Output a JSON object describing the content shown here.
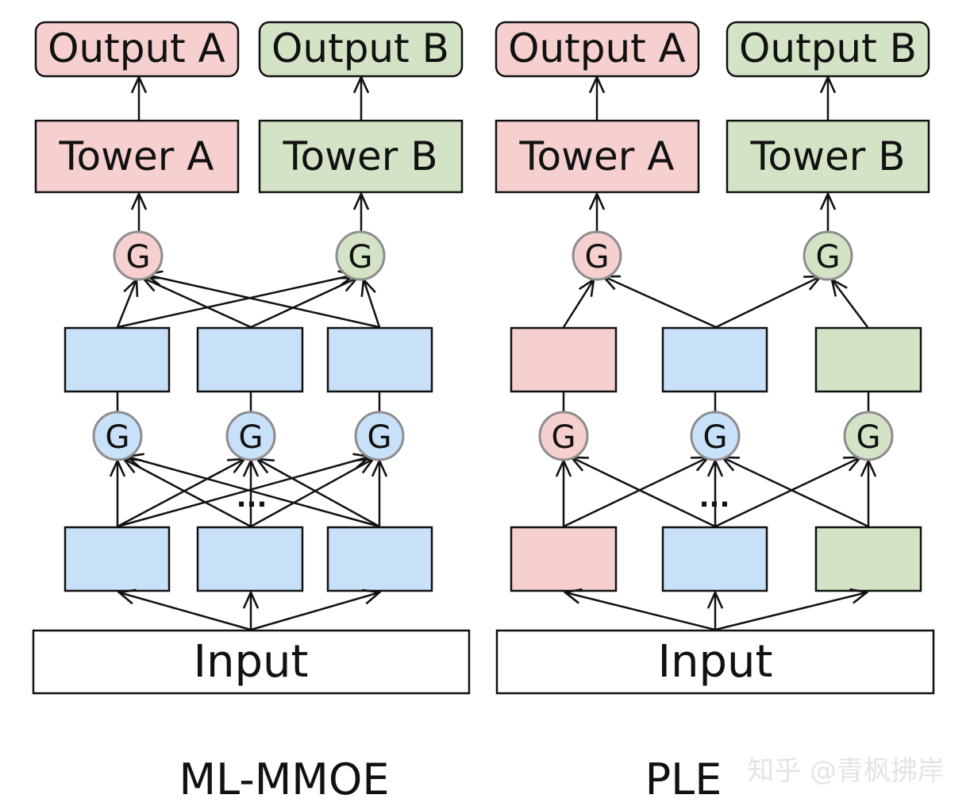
{
  "colors": {
    "pink": "#f6cfcf",
    "green": "#d4e3c5",
    "blue": "#c8e0f8",
    "gate_border": "#8d8d8d",
    "stroke": "#111111"
  },
  "gate_label": "G",
  "dots": "...",
  "left": {
    "caption": "ML-MMOE",
    "output_a": "Output A",
    "output_b": "Output B",
    "tower_a": "Tower A",
    "tower_b": "Tower B",
    "input": "Input"
  },
  "right": {
    "caption": "PLE",
    "output_a": "Output A",
    "output_b": "Output B",
    "tower_a": "Tower A",
    "tower_b": "Tower B",
    "input": "Input"
  },
  "watermark": "知乎 @青枫拂岸"
}
